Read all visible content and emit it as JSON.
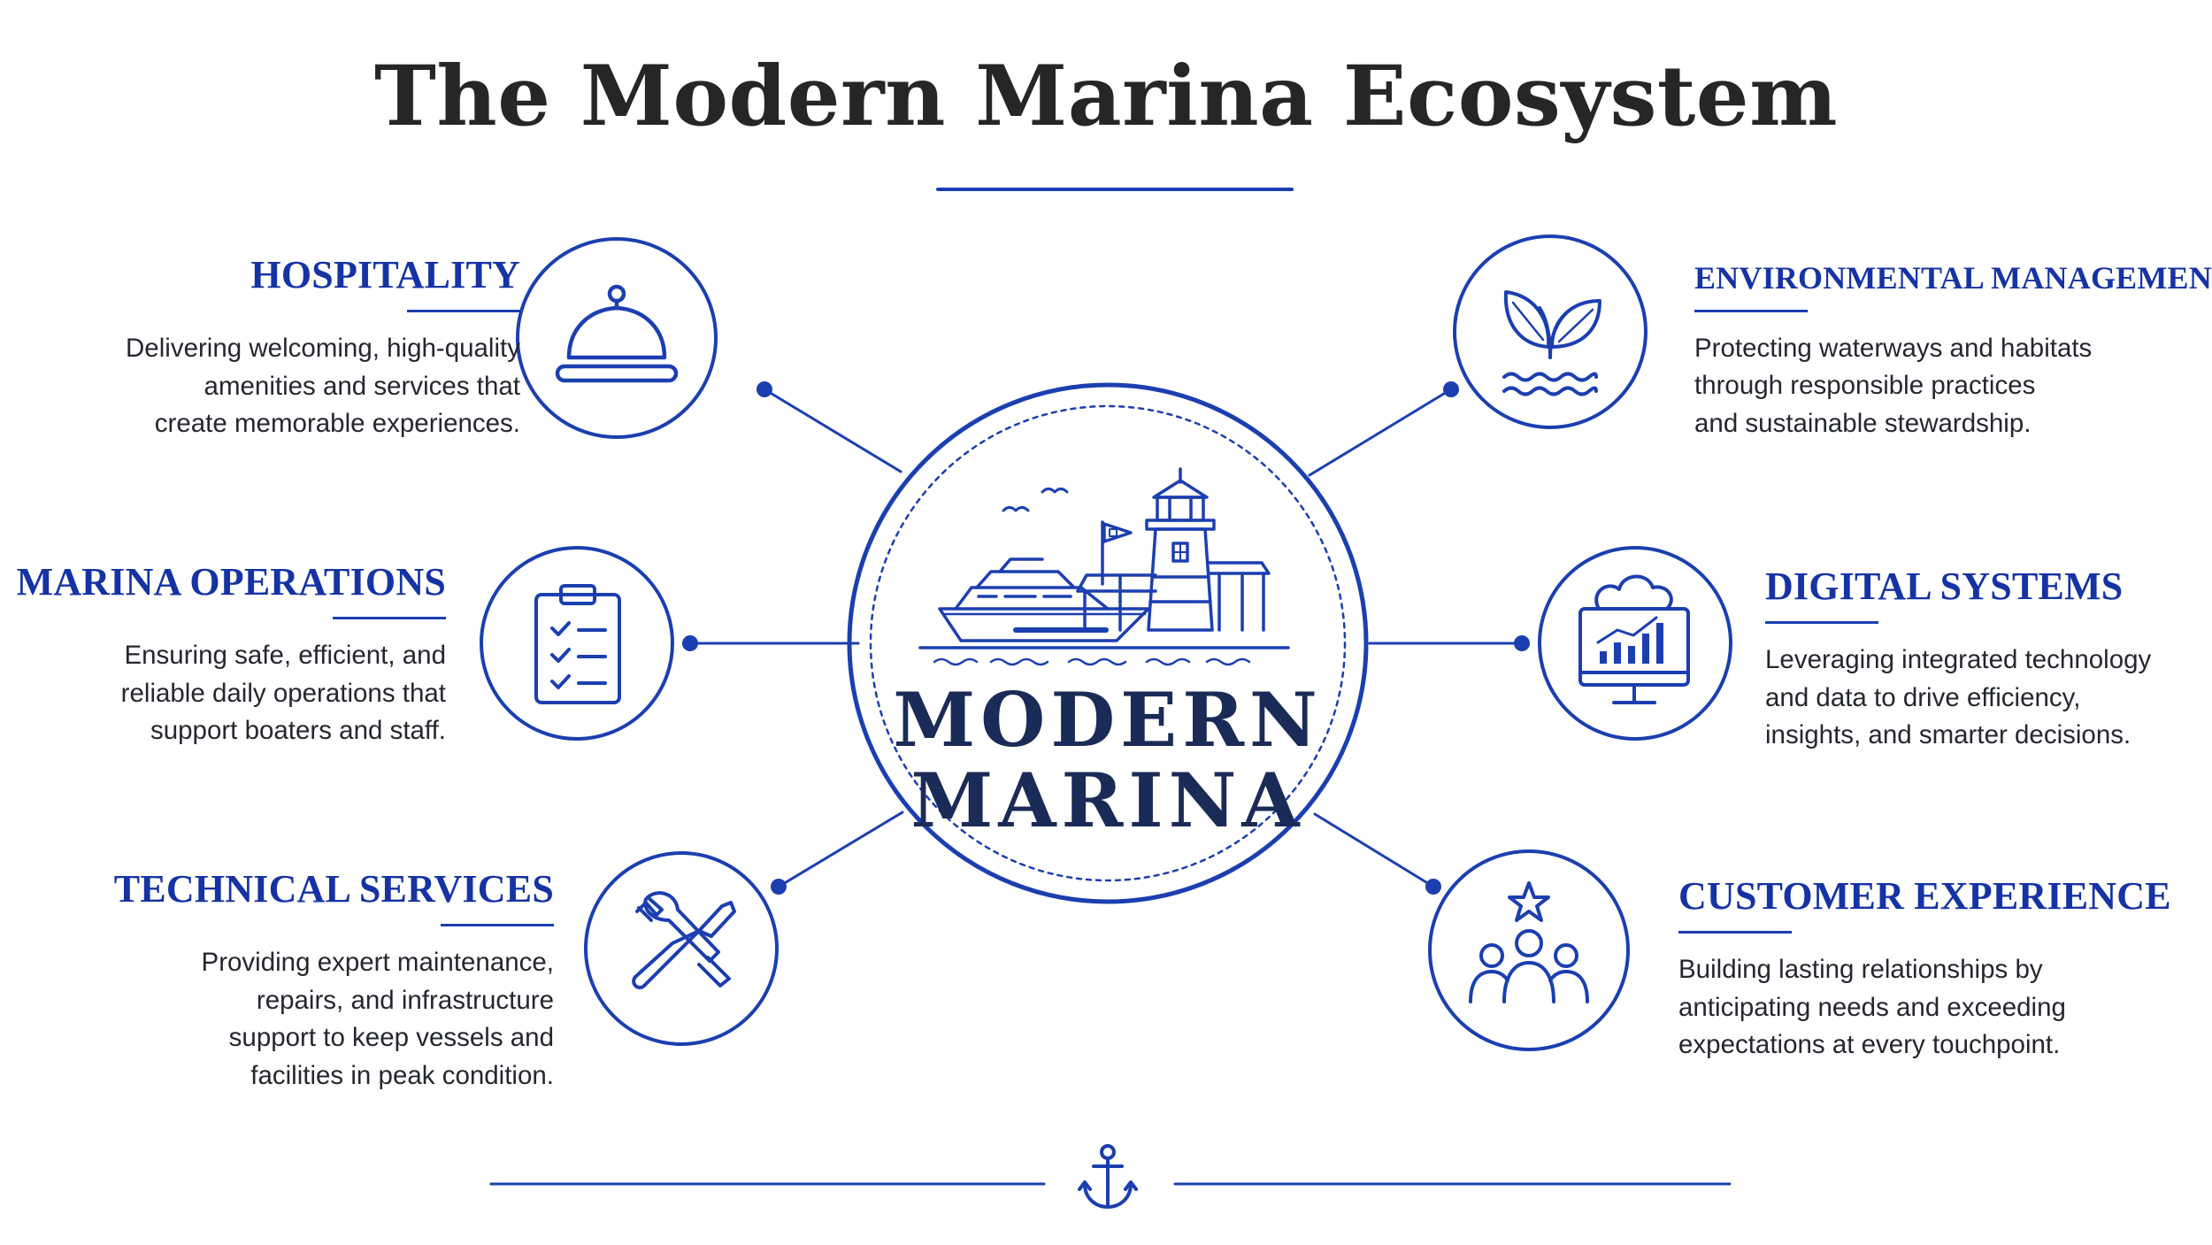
{
  "title": "The Modern Marina Ecosystem",
  "center": {
    "line1": "MODERN",
    "line2": "MARINA"
  },
  "colors": {
    "accent": "#1b3fb0",
    "heading": "#1533a4",
    "title": "#262626",
    "center_text": "#1b2b57",
    "body_text": "#24272e"
  },
  "sections": {
    "hospitality": {
      "title": "HOSPITALITY",
      "description": "Delivering welcoming, high-quality\namenities and services that\ncreate memorable experiences.",
      "icon": "service-bell-icon"
    },
    "operations": {
      "title": "MARINA OPERATIONS",
      "description": "Ensuring safe, efficient, and\nreliable daily operations that\nsupport boaters and staff.",
      "icon": "clipboard-checklist-icon"
    },
    "technical": {
      "title": "TECHNICAL SERVICES",
      "description": "Providing expert maintenance,\nrepairs, and infrastructure\nsupport to keep vessels and\nfacilities in peak condition.",
      "icon": "wrench-screwdriver-icon"
    },
    "environmental": {
      "title": "ENVIRONMENTAL MANAGEMENT",
      "description": "Protecting waterways and habitats\nthrough responsible practices\nand sustainable stewardship.",
      "icon": "leaf-water-icon"
    },
    "digital": {
      "title": "DIGITAL SYSTEMS",
      "description": "Leveraging integrated technology\nand data to drive efficiency,\ninsights, and smarter decisions.",
      "icon": "cloud-monitor-chart-icon"
    },
    "customer": {
      "title": "CUSTOMER EXPERIENCE",
      "description": "Building lasting relationships by\nanticipating needs and exceeding\nexpectations at every touchpoint.",
      "icon": "people-star-icon"
    }
  },
  "footer": {
    "icon": "anchor-icon"
  }
}
